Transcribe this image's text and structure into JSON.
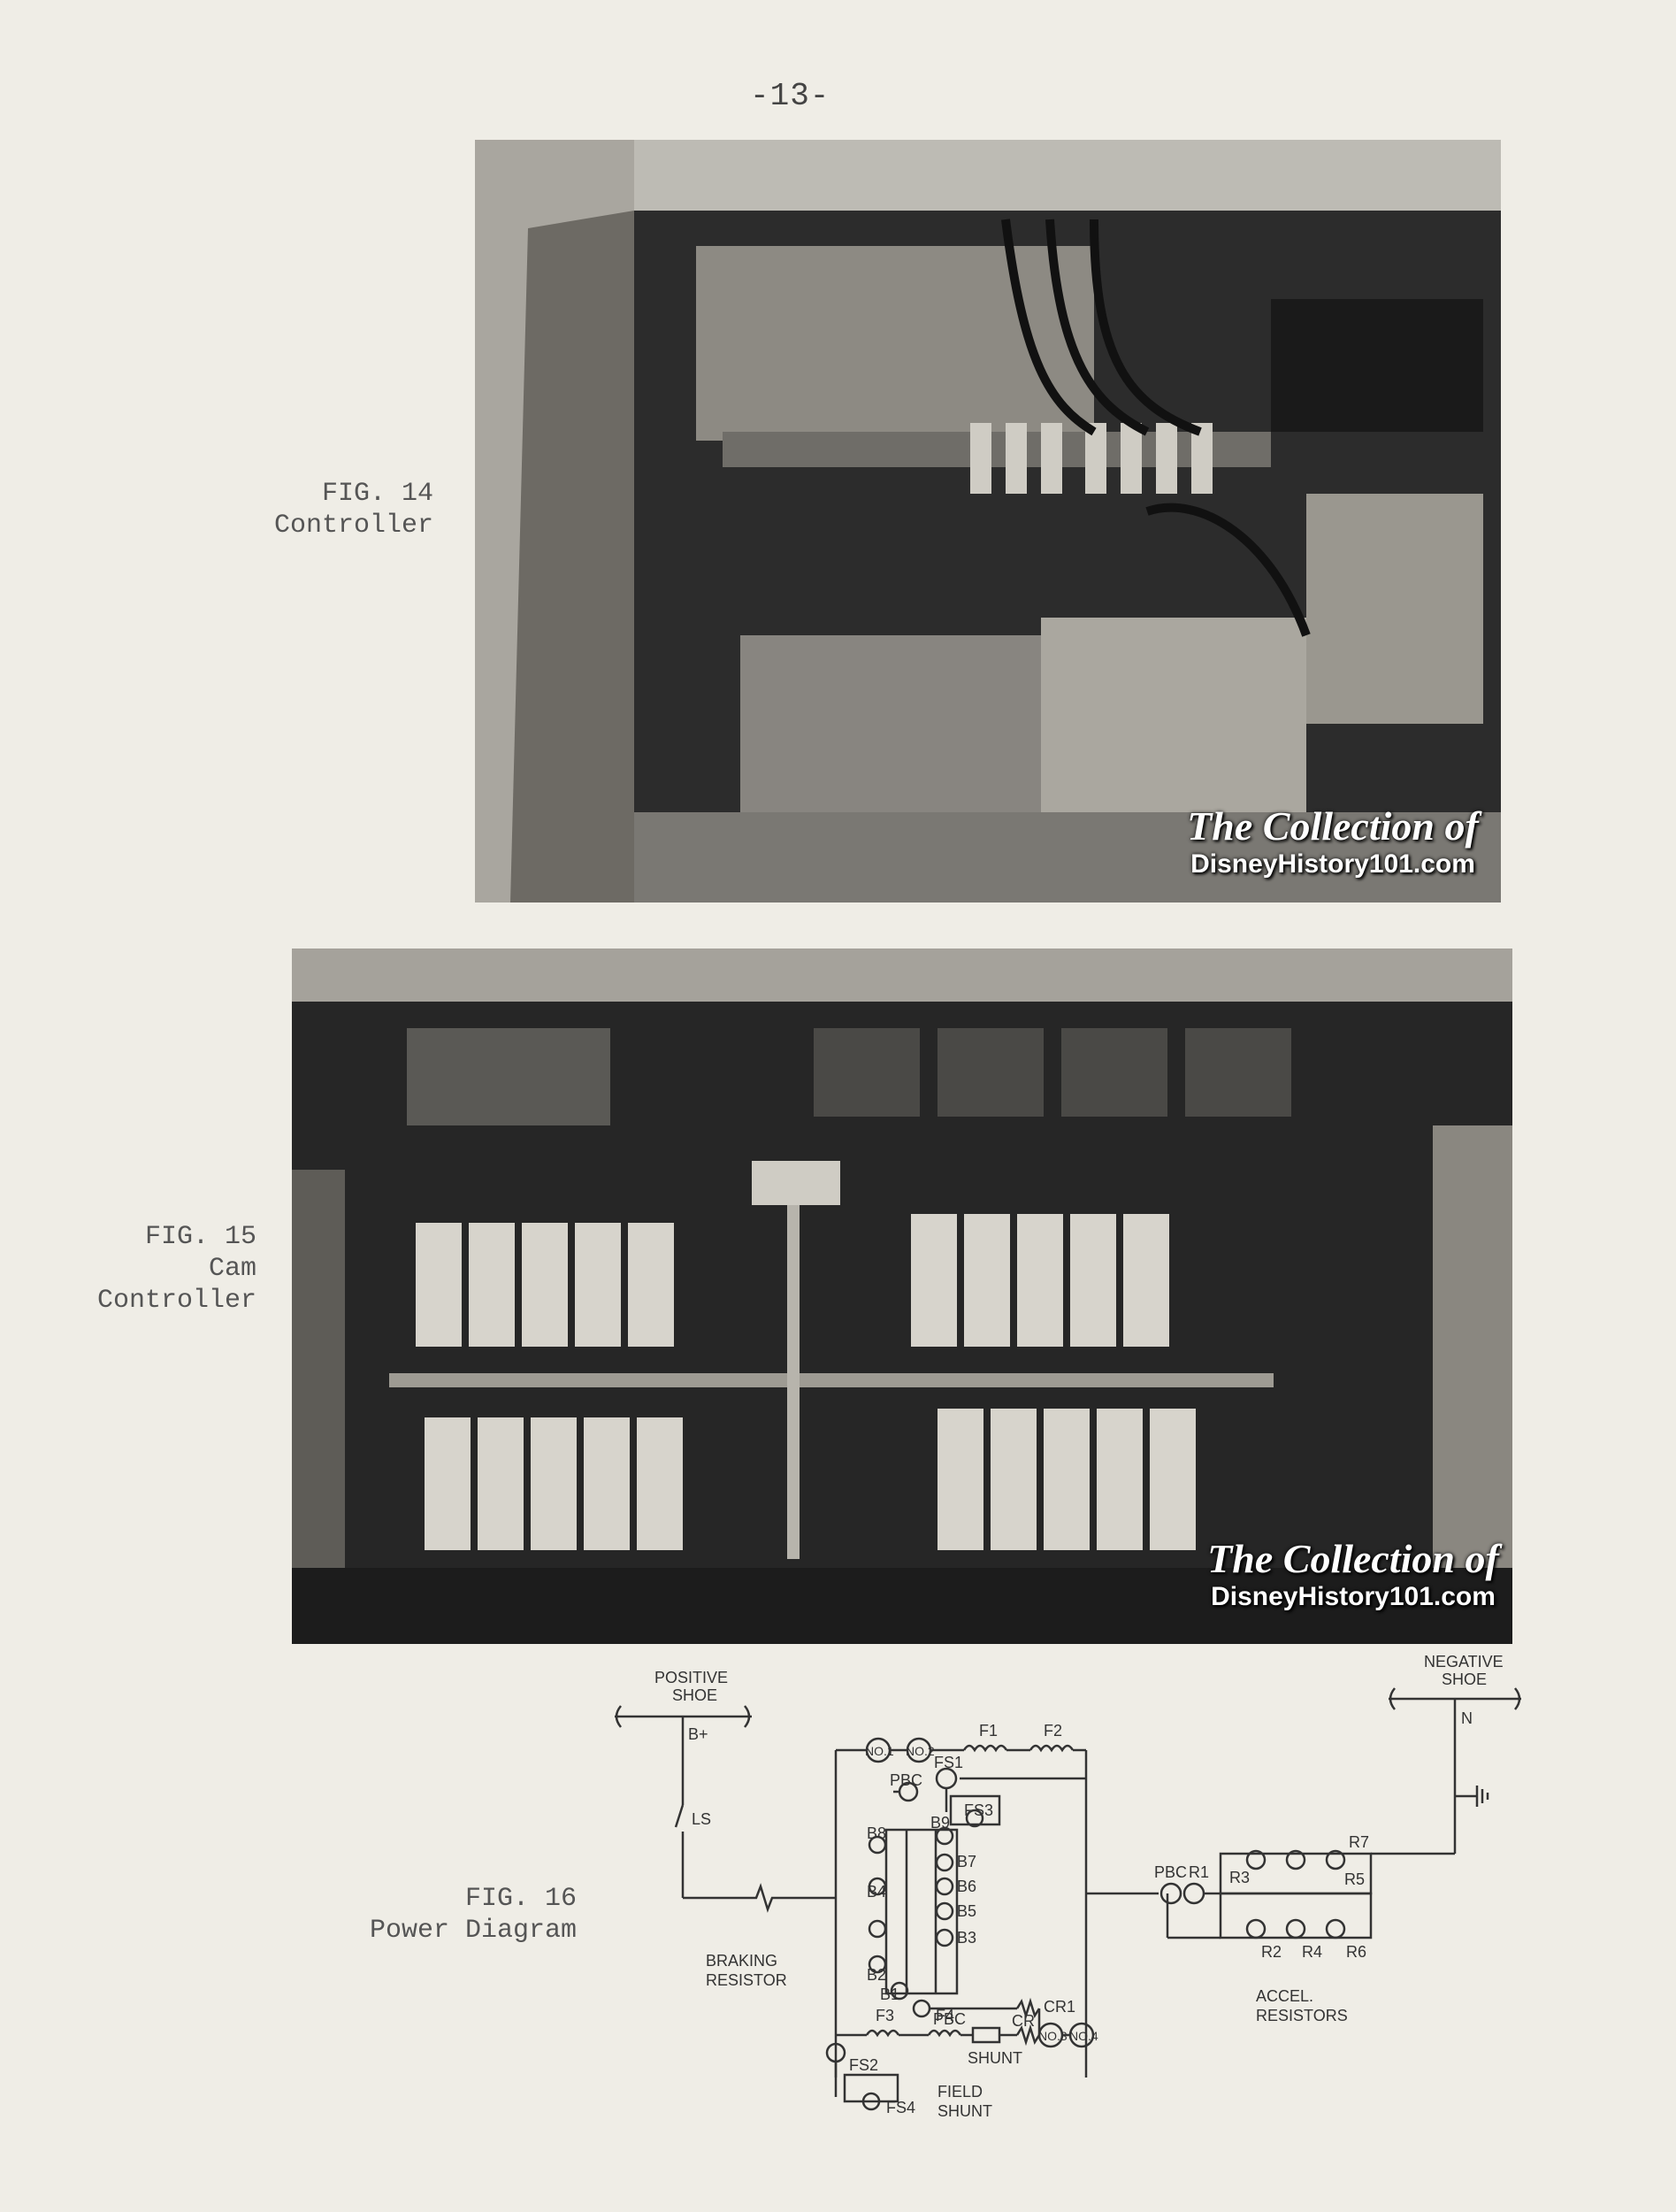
{
  "page": {
    "number": "-13-"
  },
  "figures": [
    {
      "id": "fig14",
      "number": "FIG. 14",
      "title": "Controller"
    },
    {
      "id": "fig15",
      "number": "FIG. 15",
      "title_line1": "Cam",
      "title_line2": "Controller"
    },
    {
      "id": "fig16",
      "number": "FIG. 16",
      "title": "Power Diagram"
    }
  ],
  "watermark": {
    "line1": "The Collection of",
    "line2": "DisneyHistory101.com"
  },
  "diagram_labels": {
    "positive_shoe": [
      "POSITIVE",
      "SHOE"
    ],
    "negative_shoe": [
      "NEGATIVE",
      "SHOE"
    ],
    "b_plus": "B+",
    "n": "N",
    "ls": "LS",
    "no1": "NO.1",
    "no2": "NO.2",
    "no3": "NO.3",
    "no4": "NO.4",
    "f1": "F1",
    "f2": "F2",
    "f3": "F3",
    "f4": "F4",
    "fs1": "FS1",
    "fs2": "FS2",
    "fs3": "FS3",
    "fs4": "FS4",
    "pbc": "PBC",
    "b_left": [
      "B8",
      "B4",
      "B2",
      "B1"
    ],
    "b_right": [
      "B9",
      "B7",
      "B6",
      "B5",
      "B3"
    ],
    "braking_resistor": [
      "BRAKING",
      "RESISTOR"
    ],
    "cr": "CR",
    "cr1": "CR1",
    "shunt": "SHUNT",
    "field_shunt": [
      "FIELD",
      "SHUNT"
    ],
    "r1": "R1",
    "r_top": [
      "R3",
      "R5",
      "R7"
    ],
    "r_bottom": [
      "R2",
      "R4",
      "R6"
    ],
    "accel_resistors": [
      "ACCEL.",
      "RESISTORS"
    ]
  }
}
